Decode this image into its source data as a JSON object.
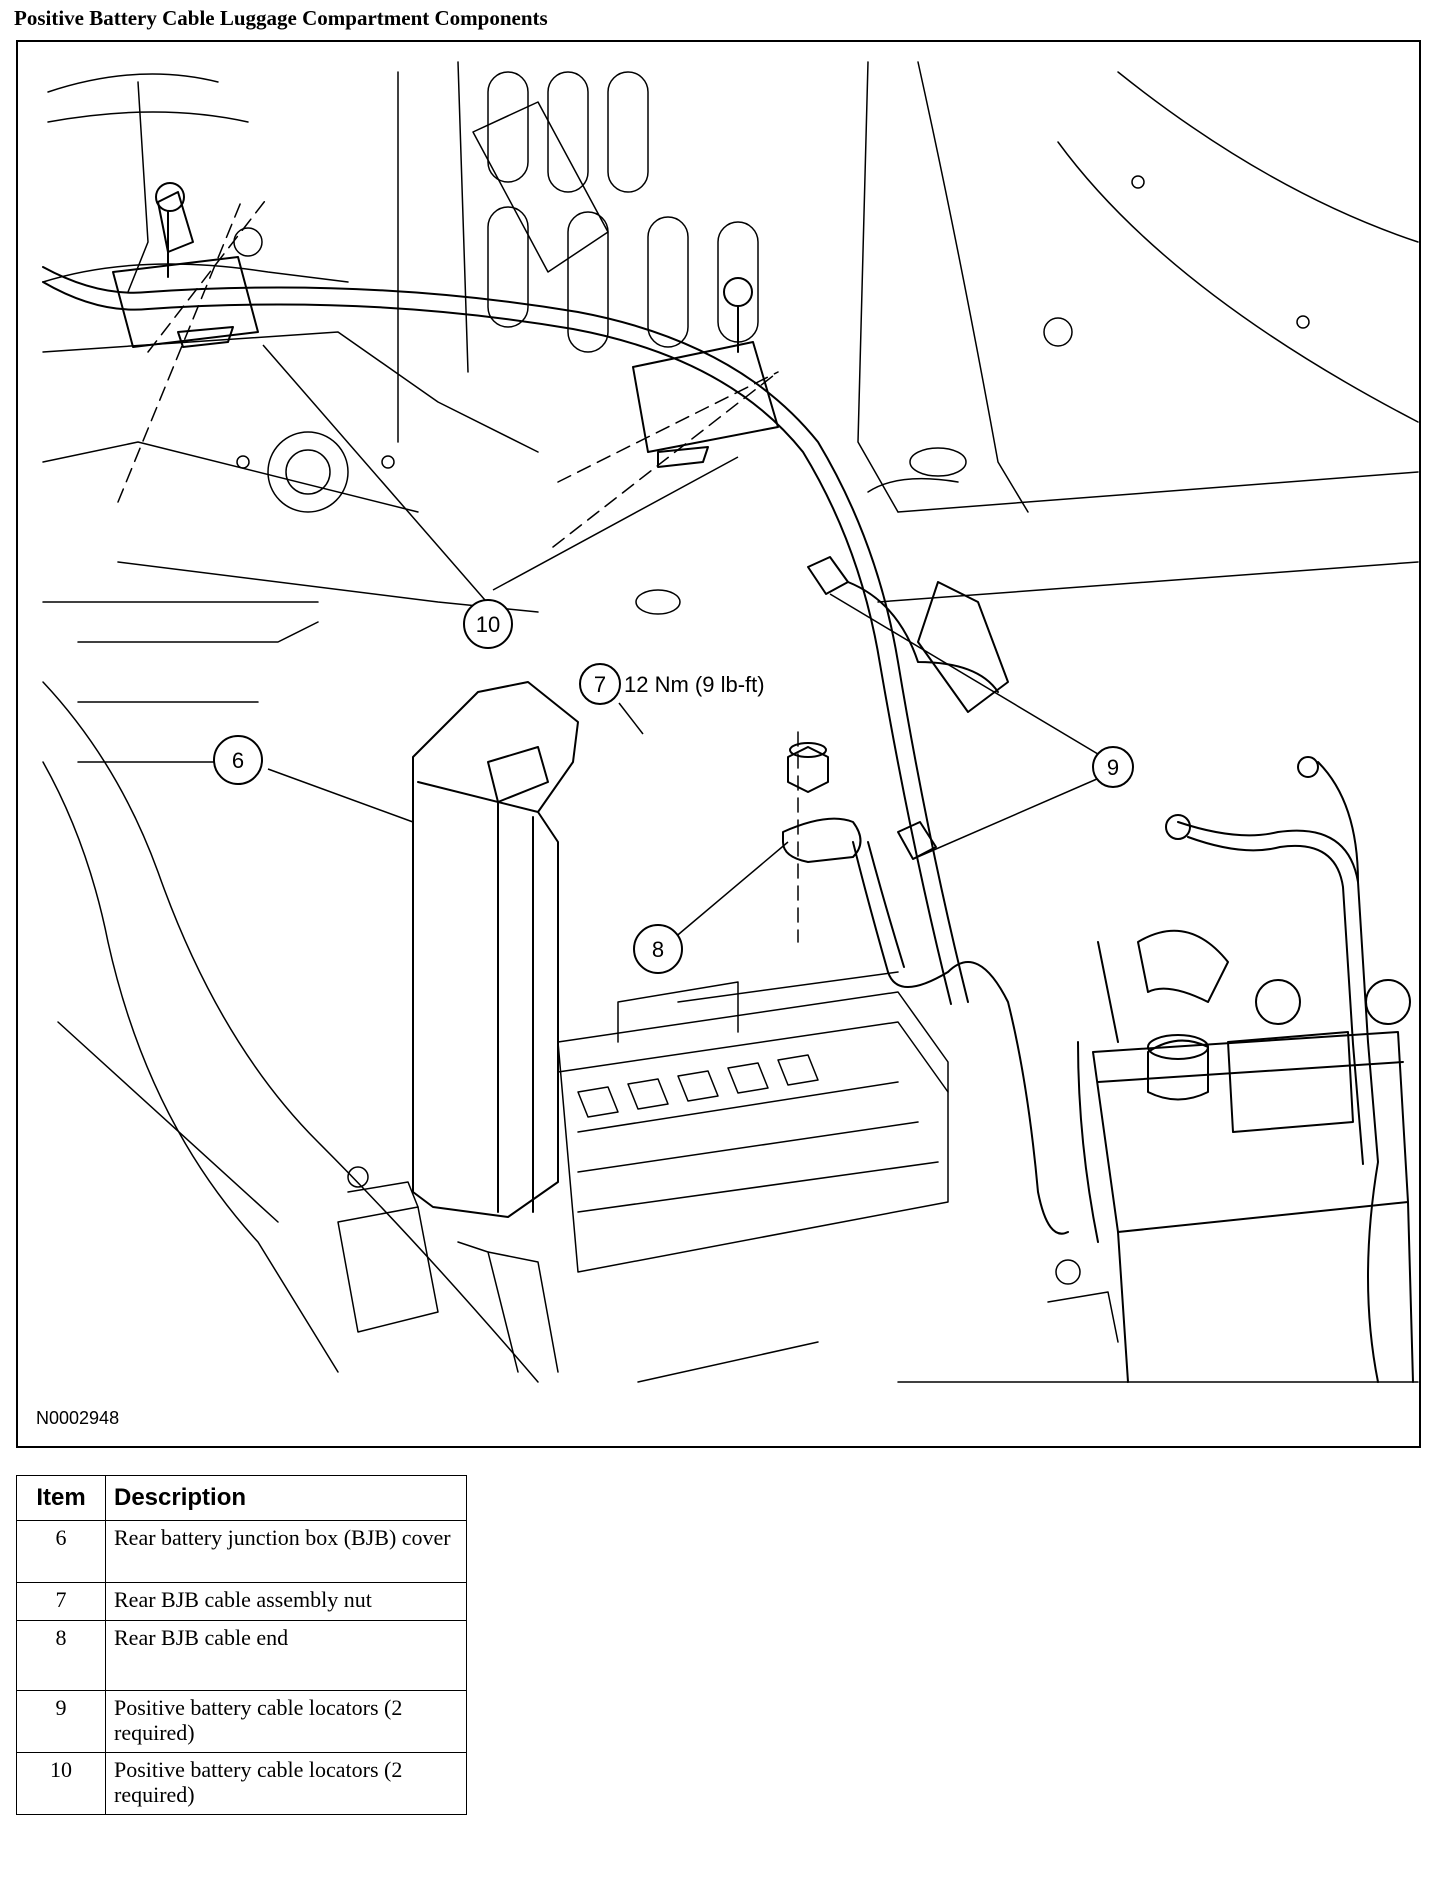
{
  "title": "Positive Battery Cable Luggage Compartment Components",
  "figure_id": "N0002948",
  "callouts": [
    {
      "id": "callout-10",
      "label": "10"
    },
    {
      "id": "callout-7",
      "label": "7",
      "note": "12 Nm (9 lb-ft)"
    },
    {
      "id": "callout-6",
      "label": "6"
    },
    {
      "id": "callout-9",
      "label": "9"
    },
    {
      "id": "callout-8",
      "label": "8"
    }
  ],
  "legend": {
    "headers": {
      "item": "Item",
      "description": "Description"
    },
    "rows": [
      {
        "item": "6",
        "description": "Rear battery junction box (BJB) cover"
      },
      {
        "item": "7",
        "description": "Rear BJB cable assembly nut"
      },
      {
        "item": "8",
        "description": "Rear BJB cable end"
      },
      {
        "item": "9",
        "description": "Positive battery cable locators (2 required)"
      },
      {
        "item": "10",
        "description": "Positive battery cable locators (2 required)"
      }
    ]
  }
}
